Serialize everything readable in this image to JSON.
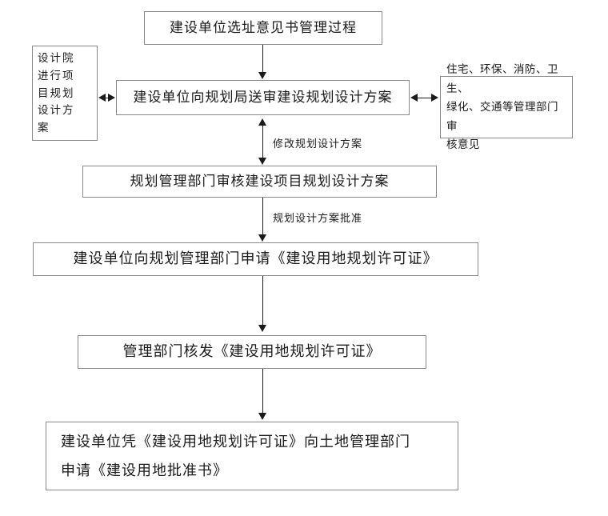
{
  "diagram": {
    "type": "flowchart",
    "orientation": "top-to-bottom",
    "nodes": {
      "title": {
        "label": "建设单位选址意见书管理过程"
      },
      "design_institute": {
        "lines": [
          "设计院",
          "进行项",
          "目规划",
          "设计方",
          "案"
        ],
        "label": "设计院进行项目规划设计方案"
      },
      "submit_plan": {
        "label": "建设单位向规划局送审建设规划设计方案"
      },
      "review_opinions": {
        "lines": [
          "住宅、环保、消防、卫生、",
          "绿化、交通等管理部门审",
          "核意见"
        ],
        "label": "住宅、环保、消防、卫生、绿化、交通等管理部门审核意见"
      },
      "planning_review": {
        "label": "规划管理部门审核建设项目规划设计方案"
      },
      "apply_permit": {
        "label": "建设单位向规划管理部门申请《建设用地规划许可证》"
      },
      "issue_permit": {
        "label": "管理部门核发《建设用地规划许可证》"
      },
      "land_approval": {
        "lines": [
          "建设单位凭《建设用地规划许可证》向土地管理部门",
          "申请《建设用地批准书》"
        ],
        "label": "建设单位凭《建设用地规划许可证》向土地管理部门申请《建设用地批准书》"
      }
    },
    "edge_labels": {
      "revise_plan": "修改规划设计方案",
      "plan_approved": "规划设计方案批准"
    },
    "colors": {
      "box_border": "#8a8a8a",
      "connector": "#1a1a1a",
      "text": "#1a1a1a",
      "background": "#ffffff"
    }
  }
}
